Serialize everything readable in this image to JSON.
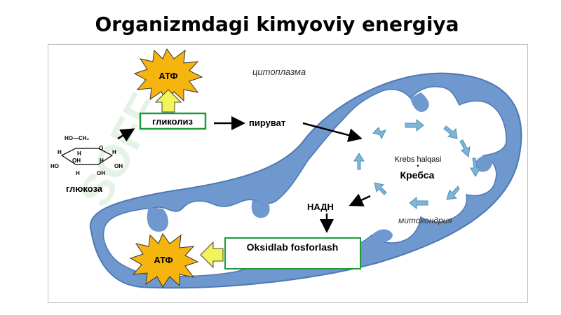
{
  "title": "Organizmdagi kimyoviy energiya",
  "labels": {
    "cytoplasm": "цитоплазма",
    "mitochondria": "митохондрия",
    "glycolysis": "гликолиз",
    "pyruvate": "пируват",
    "glucose": "глюкоза",
    "atp_top": "АТФ",
    "atp_bottom": "АТФ",
    "krebs_uz": "Krebs halqasi",
    "krebs_ru": "Кребса",
    "nadh": "НАДН",
    "oxidative_phosphorylation": "Oksidlab fosforlash"
  },
  "glucose_atoms": {
    "ch2": "HO—CH₂",
    "o": "O",
    "h": "H",
    "oh": "OH",
    "ho": "HO"
  },
  "watermark": "SOFF",
  "colors": {
    "membrane": "#6f98cf",
    "membrane_stroke": "#4d78b3",
    "inner_space": "#ffffff",
    "atp_fill": "#f6b40e",
    "atp_stroke": "#333333",
    "up_arrow": "#f3f35a",
    "box_border": "#1f9a3a",
    "cycle_arrow": "#7fb5d6",
    "watermark": "#cfe9d3"
  }
}
